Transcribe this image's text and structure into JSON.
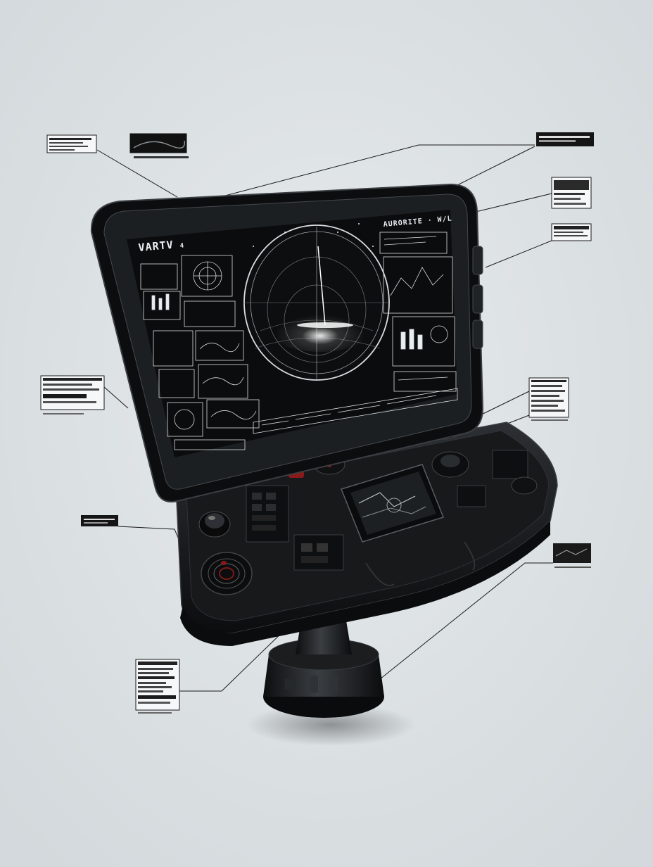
{
  "screen": {
    "title": "VARTV",
    "title_suffix": "4",
    "header_right": "AURORITE · W/L"
  },
  "colors": {
    "background": "#dfe4e6",
    "device_body": "#141618",
    "device_edge": "#2a2d30",
    "screen_bg": "#0b0c0d",
    "hud_line": "#d9dee0",
    "accent_red": "#8a1a1a"
  },
  "icons": {
    "radar": "radar-scope-icon",
    "knob": "rotary-knob-icon",
    "dial": "spiral-dial-icon",
    "joystick": "joystick-icon",
    "stand": "pedestal-stand-icon"
  }
}
